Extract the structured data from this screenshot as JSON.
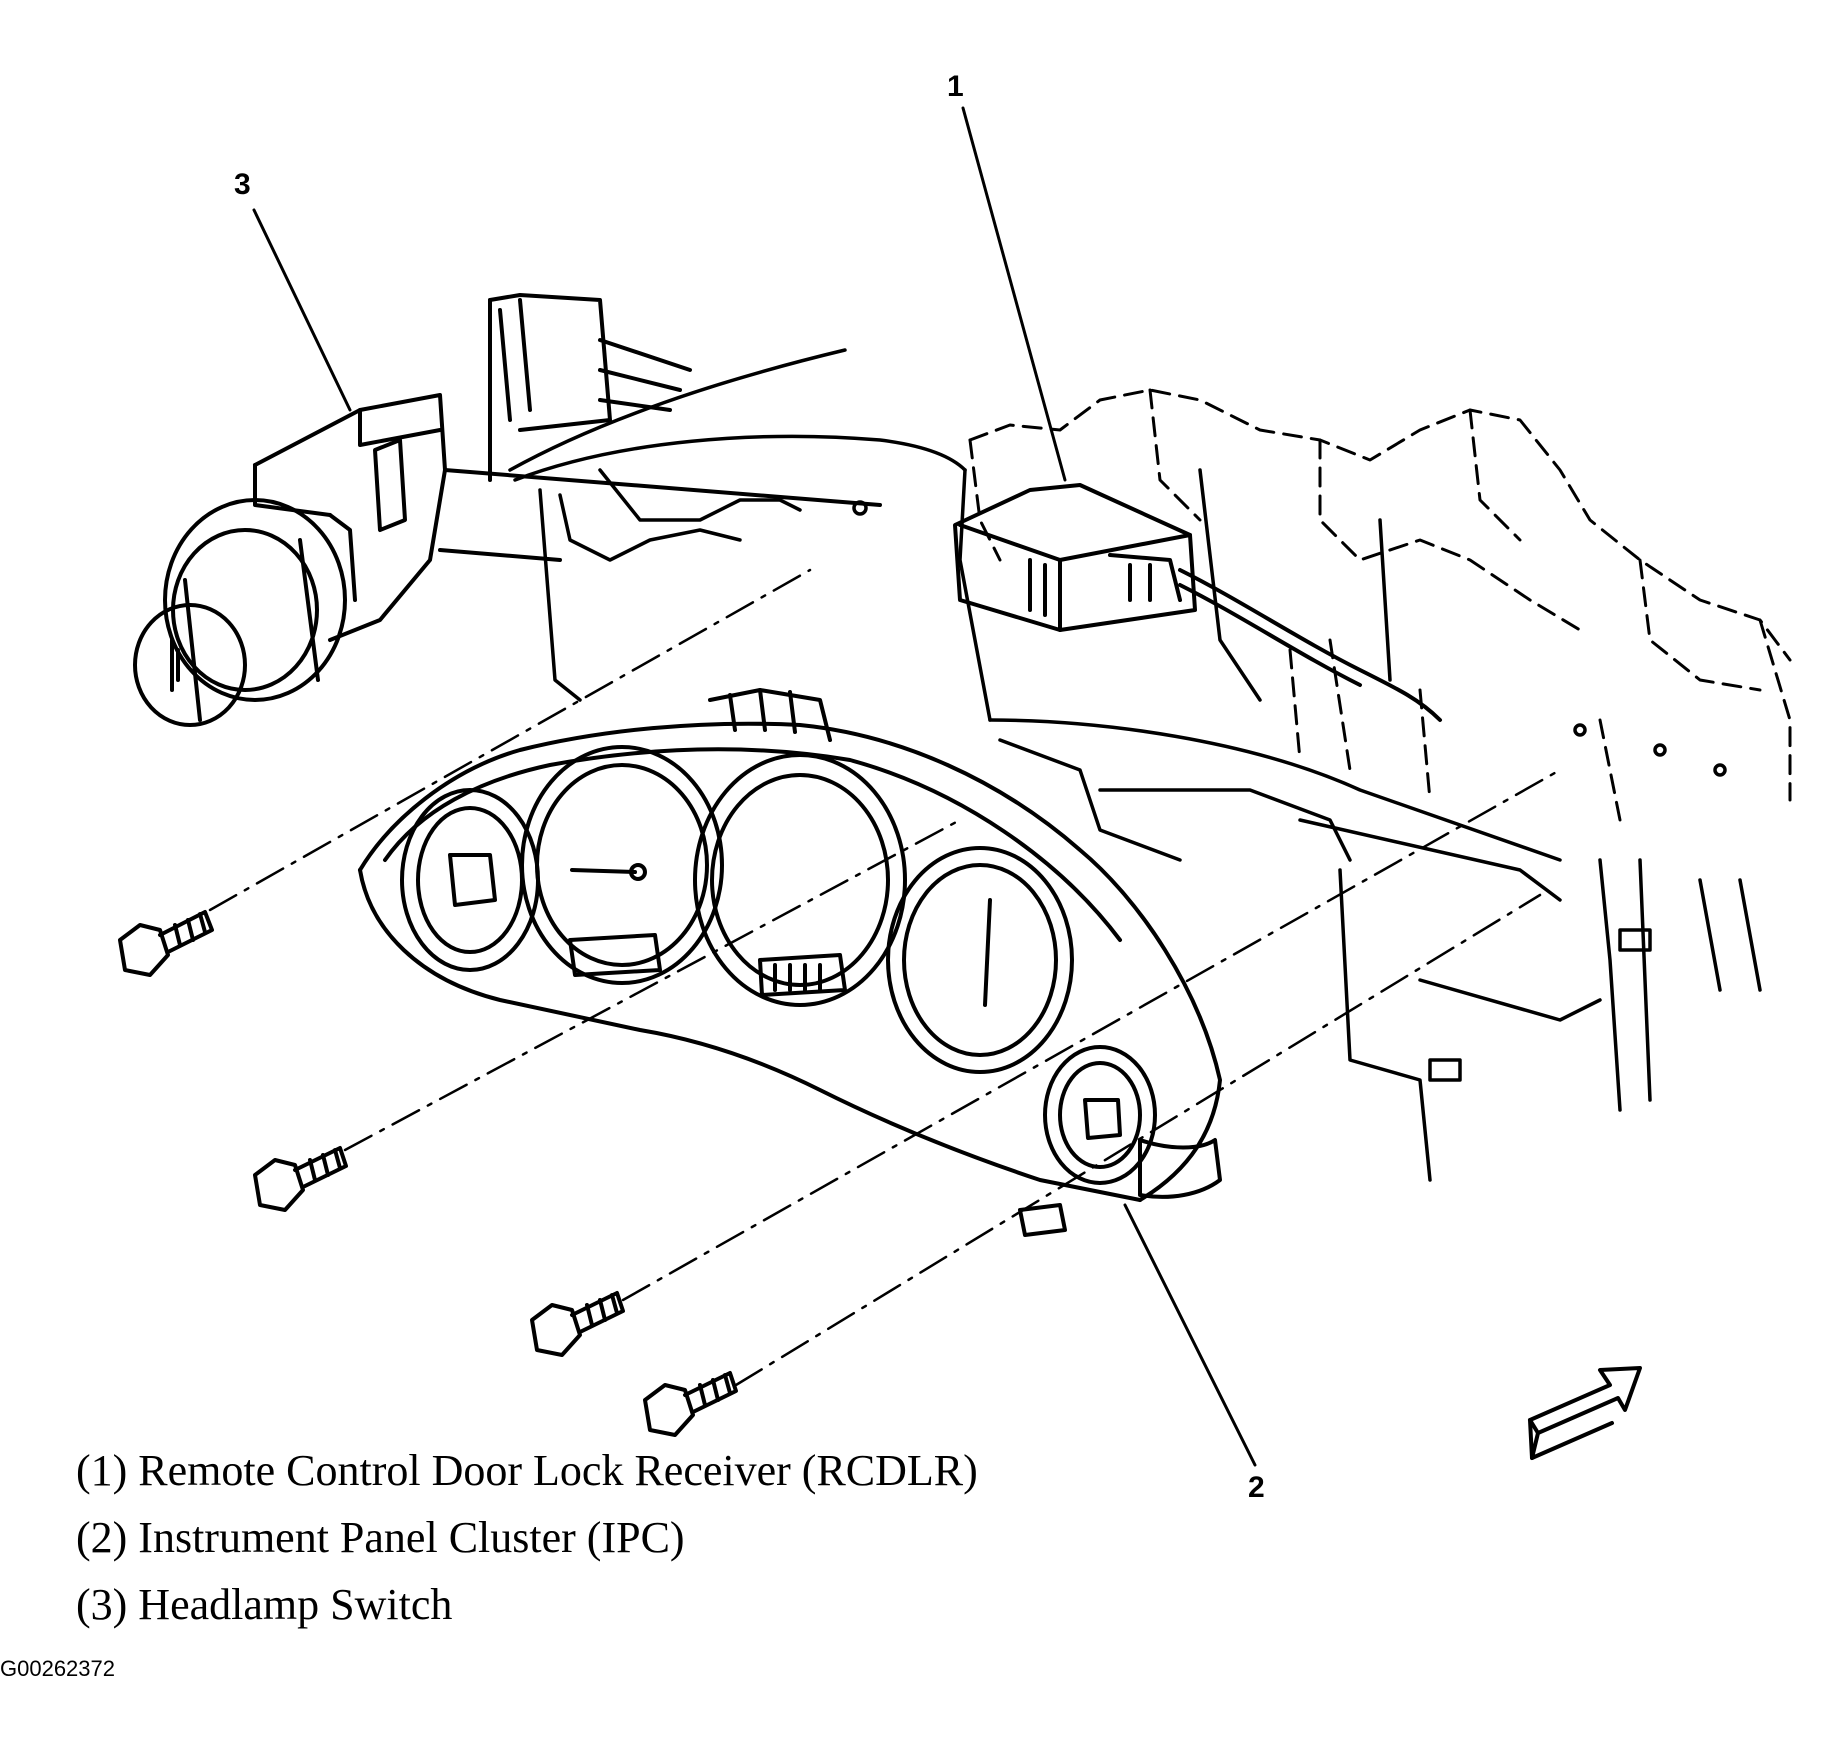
{
  "callouts": {
    "c1": "1",
    "c2": "2",
    "c3": "3"
  },
  "legend": [
    {
      "text": "(1) Remote Control Door Lock Receiver (RCDLR)"
    },
    {
      "text": "(2) Instrument Panel Cluster (IPC)"
    },
    {
      "text": "(3) Headlamp Switch"
    }
  ],
  "figure_id": "G00262372",
  "colors": {
    "ink": "#000000",
    "paper": "#ffffff"
  }
}
